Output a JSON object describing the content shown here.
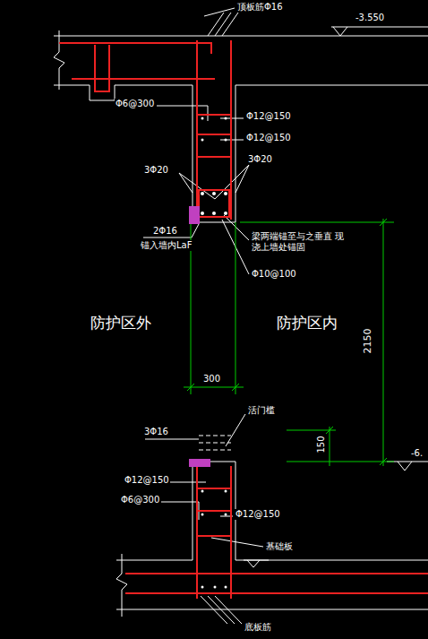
{
  "diagram": {
    "labels": [
      "顶板筋Φ16",
      "-3.550",
      "Φ6@300",
      "Φ12@150",
      "Φ12@150",
      "3Φ20",
      "3Φ20",
      "2Φ16",
      "锚入墙内LaF",
      "梁两端锚至与之垂直 现浇上墙处锚固",
      "Φ10@100",
      "防护区外",
      "防护区内",
      "2150",
      "300",
      "3Φ16",
      "活门槛",
      "150",
      "-6.",
      "Φ12@150",
      "Φ6@300",
      "Φ12@150",
      "基础板",
      "底板筋"
    ]
  }
}
